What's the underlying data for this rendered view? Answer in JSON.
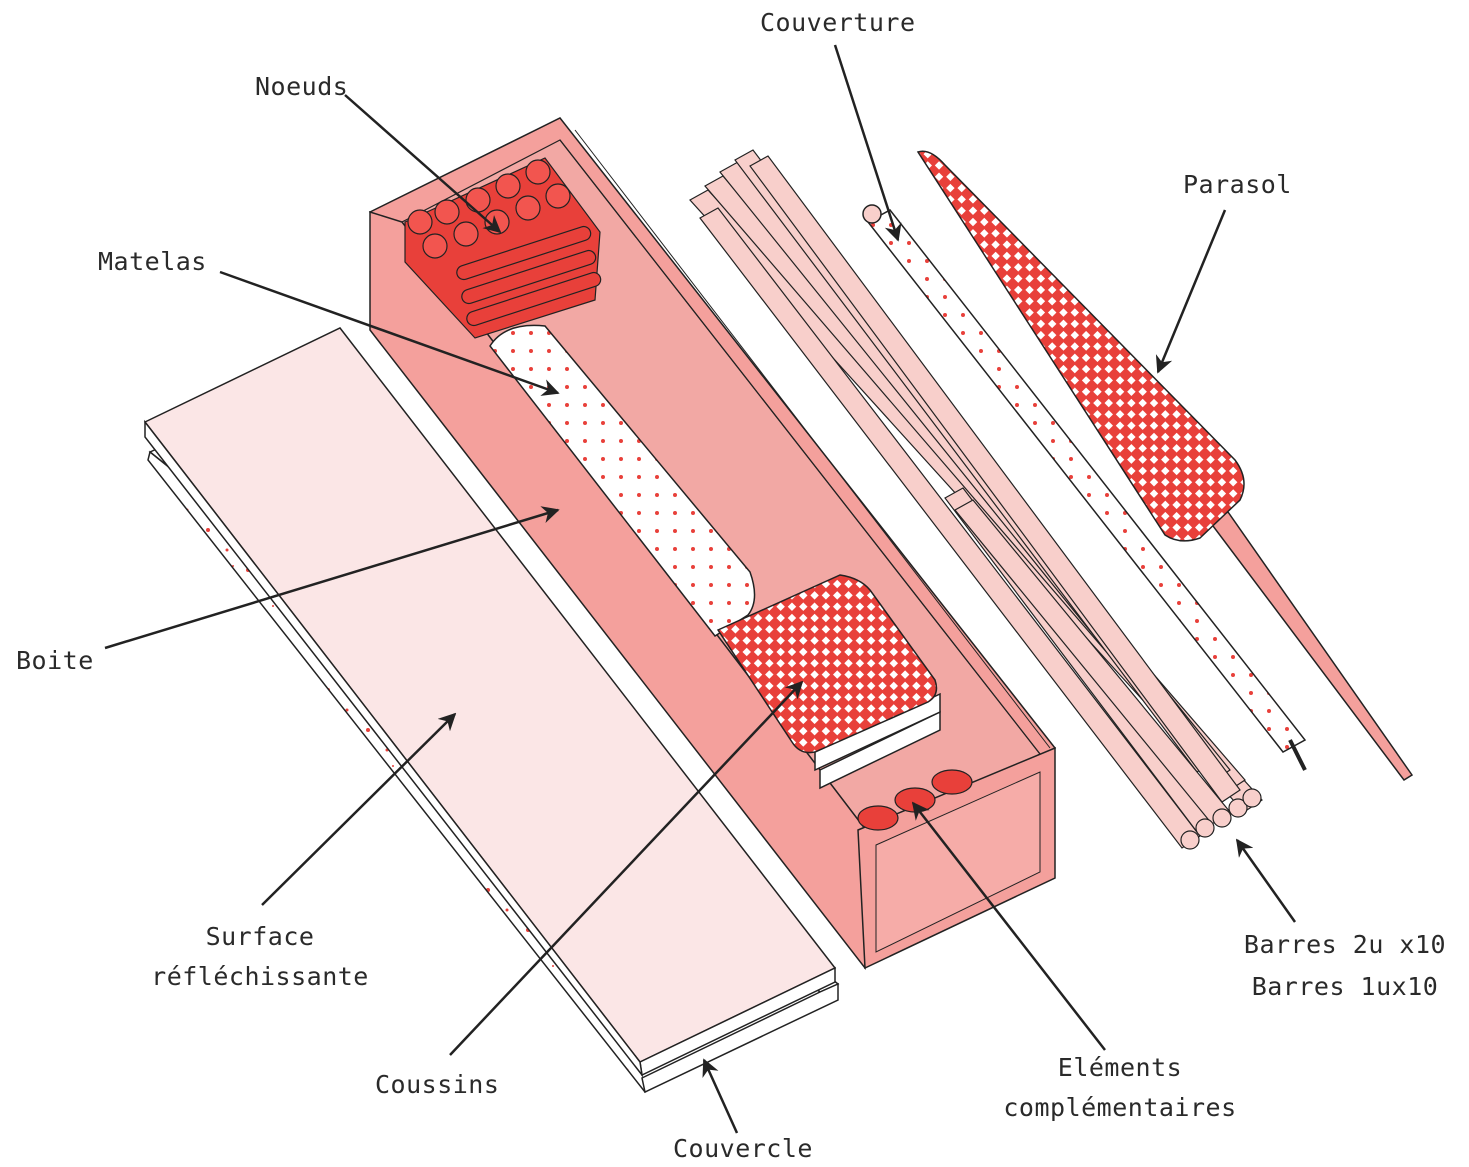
{
  "labels": {
    "couverture": "Couverture",
    "noeuds": "Noeuds",
    "parasol": "Parasol",
    "matelas": "Matelas",
    "boite": "Boite",
    "surface_line1": "Surface",
    "surface_line2": "réfléchissante",
    "coussins": "Coussins",
    "couvercle": "Couvercle",
    "elements_line1": "Eléments",
    "elements_line2": "complémentaires",
    "barres_line1": "Barres 2u x10",
    "barres_line2": "Barres 1ux10"
  },
  "colors": {
    "box": "#f4a09c",
    "box_inner": "#f7b4b0",
    "red": "#e8403a",
    "pale": "#fde8e8",
    "pink_bar": "#f8cfcb",
    "line": "#222222"
  }
}
